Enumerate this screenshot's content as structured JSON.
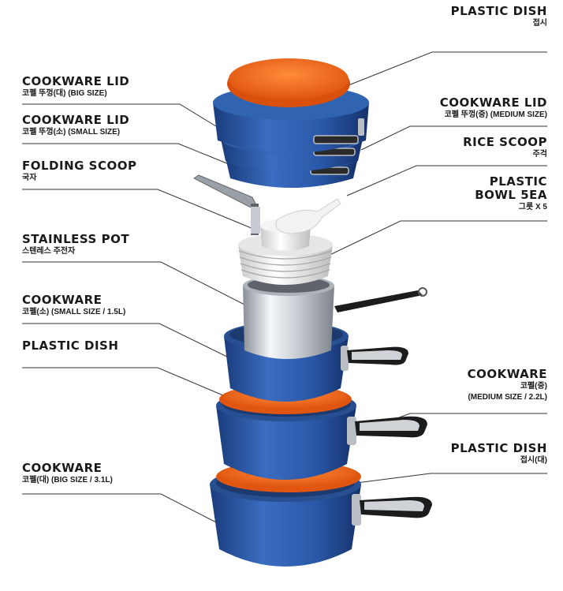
{
  "colors": {
    "blue": "#2c5aa0",
    "blue_dark": "#16366b",
    "orange": "#f0641e",
    "steel": "#c8ccd2",
    "white_plastic": "#eeeeee",
    "handle": "#1c1c1c"
  },
  "labels": {
    "plastic_dish_top": {
      "title": "PLASTIC DISH",
      "sub": "접시"
    },
    "lid_big": {
      "title": "COOKWARE LID",
      "sub": "코펠 뚜껑(대) (BIG SIZE)"
    },
    "lid_small": {
      "title": "COOKWARE LID",
      "sub": "코펠 뚜껑(소) (SMALL SIZE)"
    },
    "lid_medium": {
      "title": "COOKWARE LID",
      "sub": "코펠 뚜껑(중) (MEDIUM SIZE)"
    },
    "rice_scoop": {
      "title": "RICE SCOOP",
      "sub": "주걱"
    },
    "folding_scoop": {
      "title": "FOLDING SCOOP",
      "sub": "국자"
    },
    "plastic_bowl": {
      "title_line1": "PLASTIC",
      "title_line2": "BOWL 5EA",
      "sub": "그릇 X 5"
    },
    "stainless_pot": {
      "title": "STAINLESS POT",
      "sub": "스텐레스 주전자"
    },
    "cookware_small": {
      "title": "COOKWARE",
      "sub": "코펠(소) (SMALL SIZE / 1.5L)"
    },
    "plastic_dish_mid": {
      "title": "PLASTIC DISH",
      "sub": ""
    },
    "cookware_medium": {
      "title": "COOKWARE",
      "sub_line1": "코펠(중)",
      "sub_line2": "(MEDIUM SIZE / 2.2L)"
    },
    "plastic_dish_big": {
      "title": "PLASTIC DISH",
      "sub": "접시(대)"
    },
    "cookware_big": {
      "title": "COOKWARE",
      "sub": "코펠(대) (BIG SIZE / 3.1L)"
    }
  }
}
